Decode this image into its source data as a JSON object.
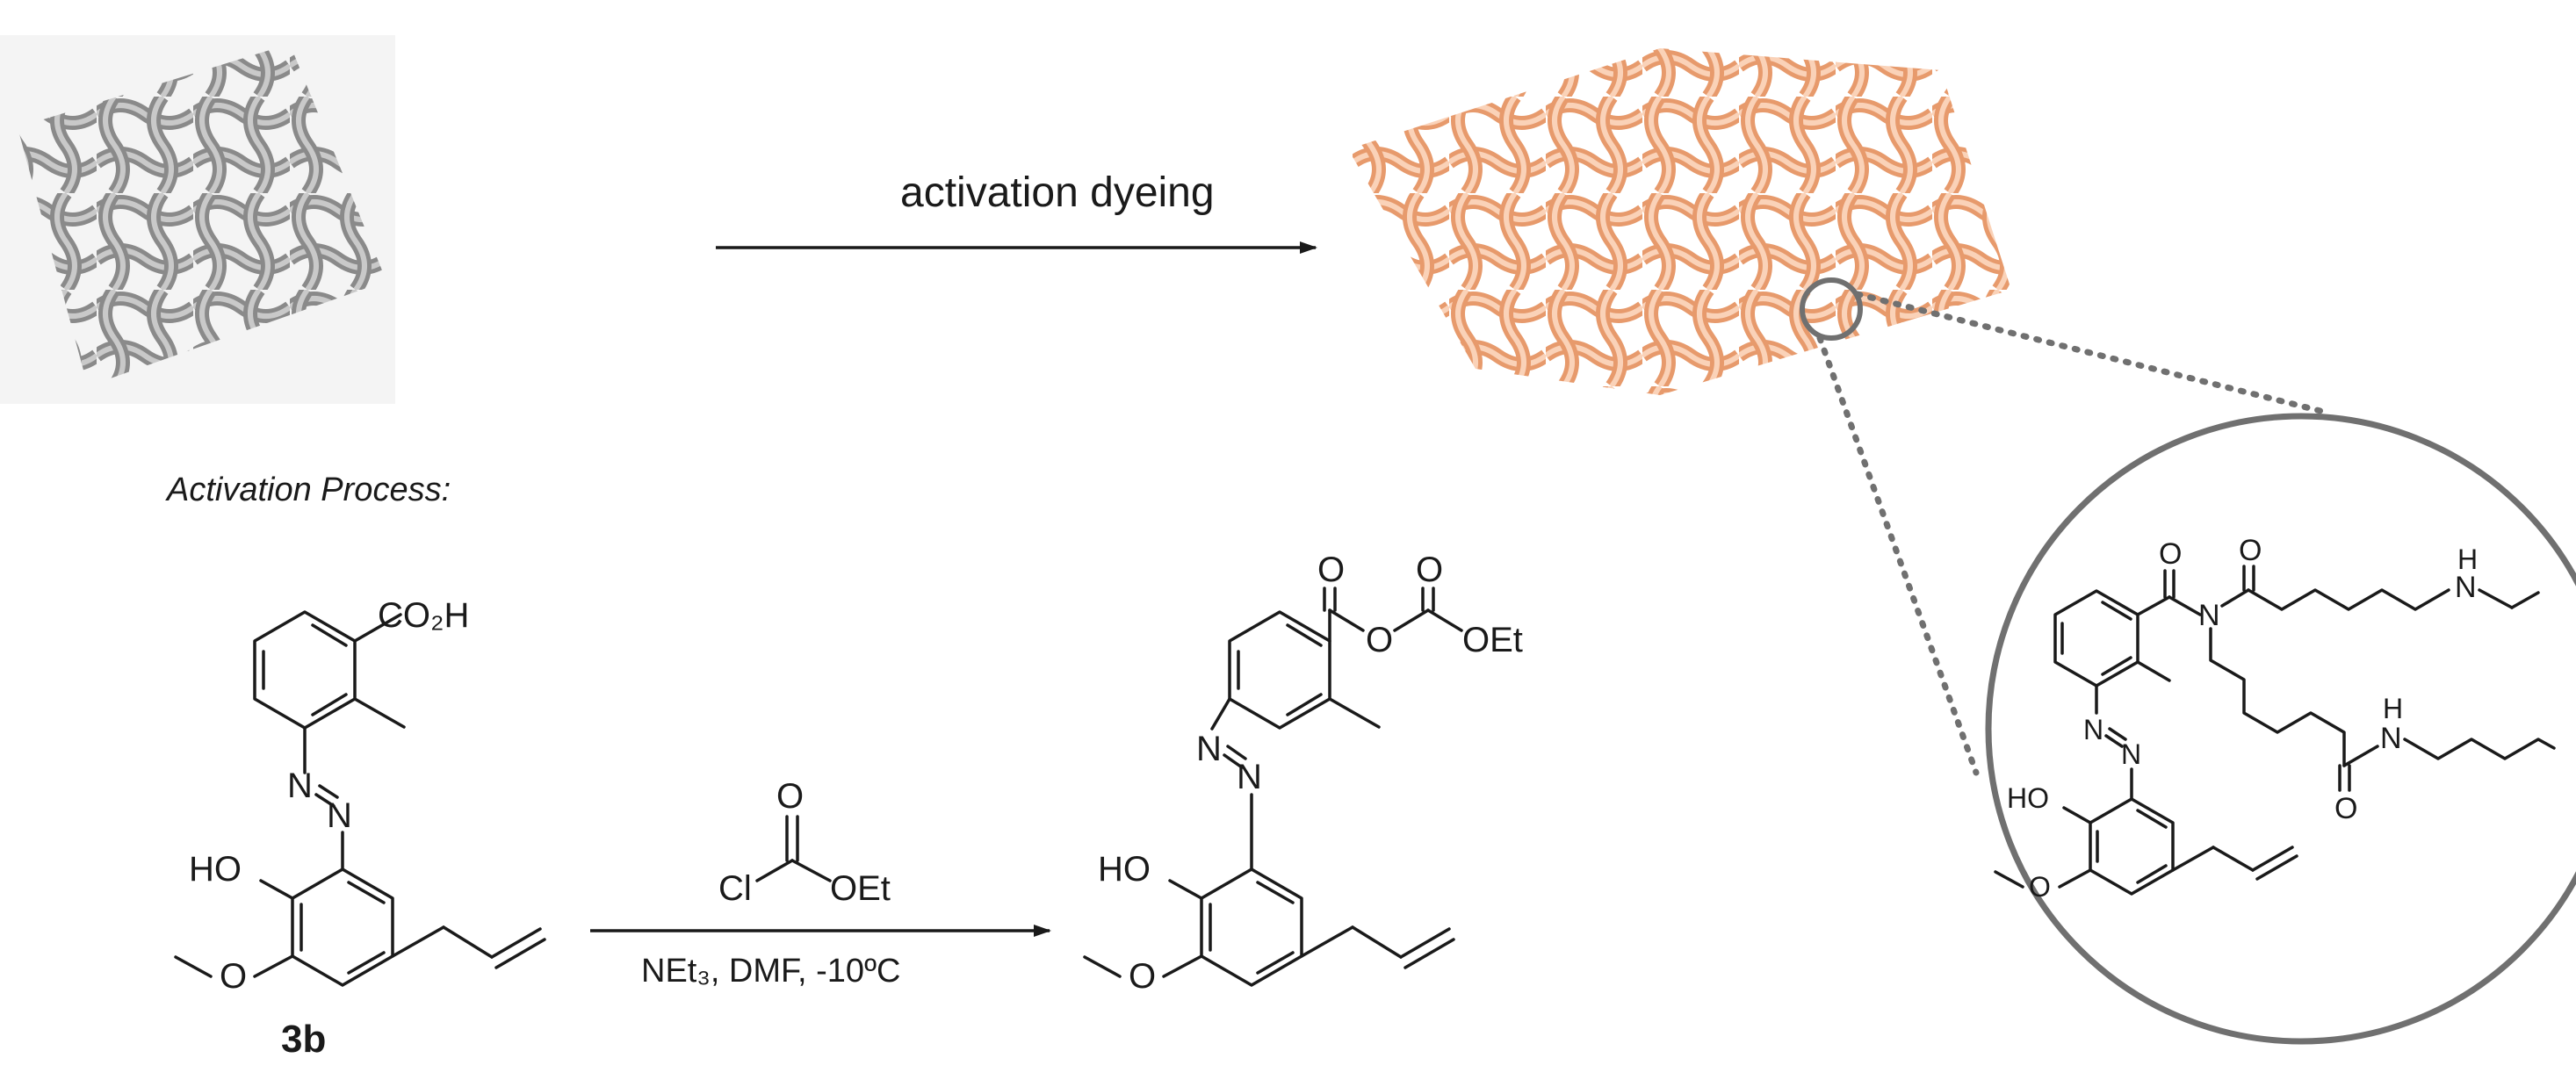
{
  "arrows": {
    "top_label": "activation dyeing",
    "reaction_reagent_cl": "Cl",
    "reaction_reagent_oet": "OEt",
    "reaction_reagent_o": "O",
    "reaction_conditions": "NEt₃, DMF, -10ºC"
  },
  "section_label": "Activation Process:",
  "compound_label": "3b",
  "reactant": {
    "co2h": "CO₂H",
    "ho": "HO",
    "n1": "N",
    "n2": "N"
  },
  "product": {
    "o1": "O",
    "o2": "O",
    "o3": "O",
    "oet": "OEt",
    "ho": "HO",
    "n1": "N",
    "n2": "N"
  },
  "inset": {
    "o1": "O",
    "o2": "O",
    "n": "N",
    "nh1": "H",
    "nh1_n": "N",
    "nh2": "H",
    "nh2_n": "N",
    "o3": "O",
    "ho": "HO",
    "n1": "N",
    "n2": "N"
  },
  "colors": {
    "fabric_grey": "#9a9a9a",
    "fabric_orange": "#f0b18b",
    "circle": "#707070",
    "ink": "#1a1a1a"
  }
}
